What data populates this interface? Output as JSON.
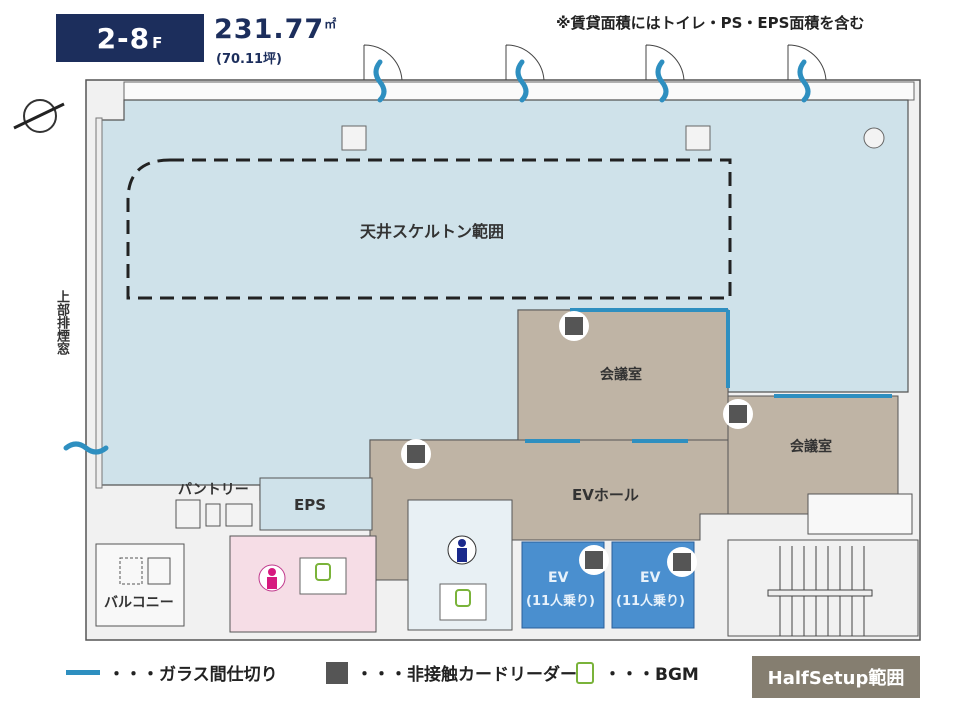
{
  "header": {
    "floor": "2-8",
    "floor_suffix": "F",
    "area_sqm": "231.77",
    "area_unit": "㎡",
    "area_tsubo": "(70.11坪)",
    "note": "※賃貸面積にはトイレ・PS・EPS面積を含む"
  },
  "rooms": {
    "skeleton_ceiling": "天井スケルトン範囲",
    "meeting_room_1": "会議室",
    "meeting_room_2": "会議室",
    "ev_hall": "EVホール",
    "eps": "EPS",
    "pantry": "パントリー",
    "balcony": "バルコニー",
    "ev1_label": "EV",
    "ev1_capacity": "(11人乗り)",
    "ev2_label": "EV",
    "ev2_capacity": "(11人乗り)",
    "upper_smoke_window": "上部排煙窓"
  },
  "legend": {
    "glass_partition": "・・・ガラス間仕切り",
    "card_reader": "・・・非接触カードリーダー",
    "bgm": "・・・BGM",
    "halfsetup": "HalfSetup範囲"
  },
  "colors": {
    "office": "#cfe2ea",
    "halfsetup": "#bfb4a5",
    "glass": "#2e8fc0",
    "elevator": "#4a8fcf",
    "womens_wc": "#f6dde6",
    "badge": "#1c2e5c"
  }
}
